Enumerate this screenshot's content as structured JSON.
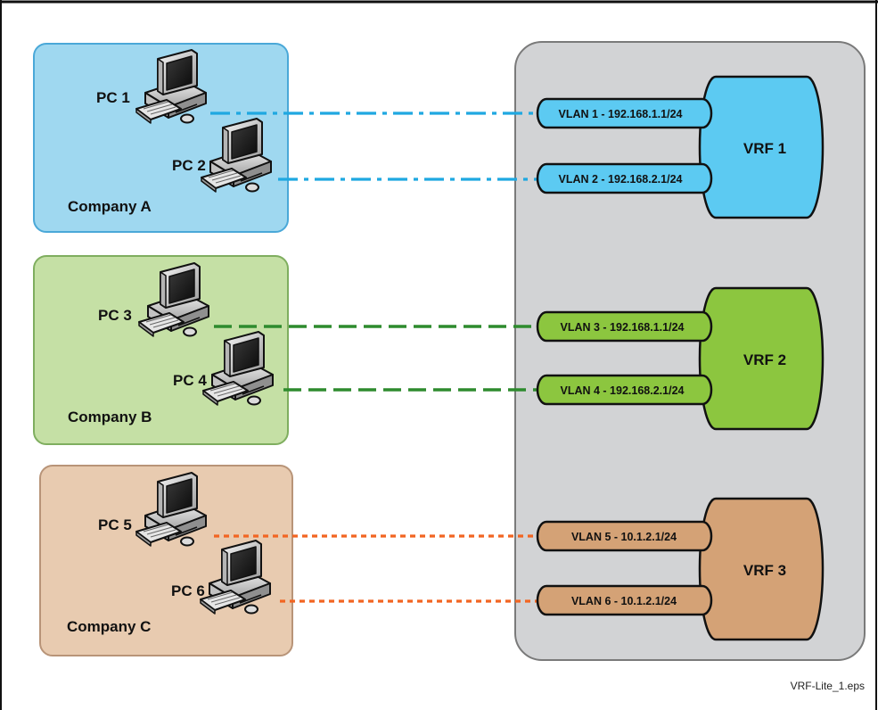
{
  "companies": [
    {
      "label": "Company A",
      "fill": "#9fd8f0",
      "stroke": "#4aa8d8"
    },
    {
      "label": "Company B",
      "fill": "#c5e0a5",
      "stroke": "#7fae5f"
    },
    {
      "label": "Company C",
      "fill": "#e8cbb0",
      "stroke": "#b89478"
    }
  ],
  "pcs": [
    {
      "label": "PC 1"
    },
    {
      "label": "PC 2"
    },
    {
      "label": "PC 3"
    },
    {
      "label": "PC 4"
    },
    {
      "label": "PC 5"
    },
    {
      "label": "PC 6"
    }
  ],
  "vlans": [
    {
      "label": "VLAN 1 - 192.168.1.1/24"
    },
    {
      "label": "VLAN 2 - 192.168.2.1/24"
    },
    {
      "label": "VLAN 3 - 192.168.1.1/24"
    },
    {
      "label": "VLAN 4 - 192.168.2.1/24"
    },
    {
      "label": "VLAN 5 - 10.1.2.1/24"
    },
    {
      "label": "VLAN 6 - 10.1.2.1/24"
    }
  ],
  "vrfs": [
    {
      "label": "VRF 1",
      "color": "#5ccaf2"
    },
    {
      "label": "VRF 2",
      "color": "#8cc63f"
    },
    {
      "label": "VRF 3",
      "color": "#d4a276"
    }
  ],
  "link_colors": [
    "#1fa8e1",
    "#2e8b2e",
    "#f26522"
  ],
  "router_fill": "#d2d3d5",
  "filename": "VRF-Lite_1.eps"
}
